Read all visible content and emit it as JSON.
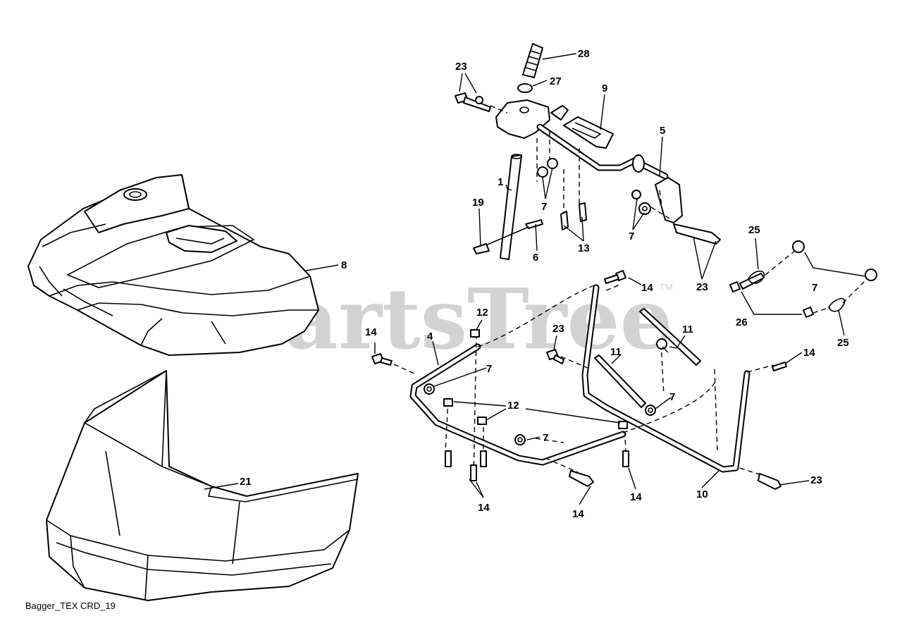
{
  "watermark": {
    "text": "PartsTree",
    "trademark": "TM"
  },
  "drawing_reference": "Bagger_TEX CRD_19",
  "callouts": {
    "c28": "28",
    "c27": "27",
    "c23a": "23",
    "c9": "9",
    "c5": "5",
    "c1": "1",
    "c19": "19",
    "c7a": "7",
    "c6": "6",
    "c13": "13",
    "c7b": "7",
    "c23b": "23",
    "c8": "8",
    "c25a": "25",
    "c7c": "7",
    "c26": "26",
    "c25b": "25",
    "c14a": "14",
    "c12a": "12",
    "c4": "4",
    "c14b": "14",
    "c23c": "23",
    "c11a": "11",
    "c11b": "11",
    "c14c": "14",
    "c7d": "7",
    "c7e": "7",
    "c12b": "12",
    "c7f": "7",
    "c21": "21",
    "c14d": "14",
    "c14e": "14",
    "c14f": "14",
    "c10": "10",
    "c23d": "23"
  }
}
